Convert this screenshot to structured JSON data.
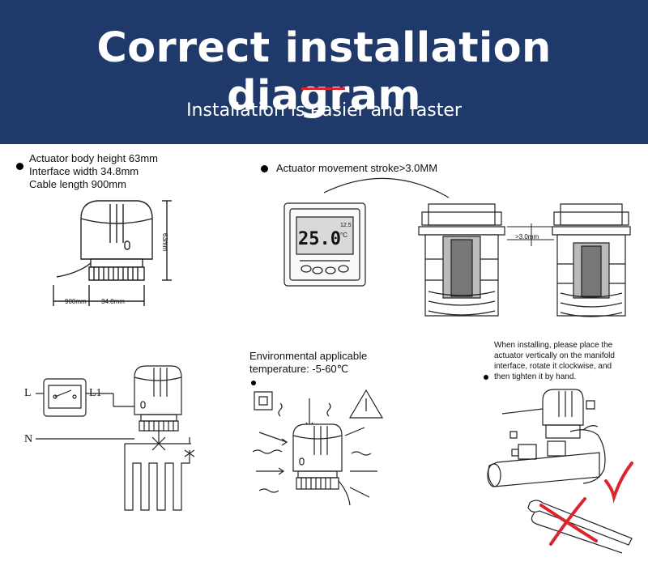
{
  "header": {
    "title": "Correct installation diagram",
    "subtitle": "Installation is easier and faster",
    "accent_color": "#d8262e",
    "background_color": "#1f3a6a"
  },
  "panel_dimensions": {
    "lines": [
      "Actuator body height 63mm",
      "Interface width 34.8mm",
      "Cable length 900mm"
    ],
    "dim_height": "63mm",
    "dim_cable": "900mm",
    "dim_width": "34.8mm"
  },
  "panel_stroke": {
    "label": "Actuator movement stroke>3.0MM",
    "thermostat_reading": "25.0",
    "thermostat_unit": "°C",
    "thermostat_small": "12.5",
    "stroke_callout": ">3.0mm"
  },
  "panel_wiring": {
    "label_l": "L",
    "label_l1": "L1",
    "label_n": "N"
  },
  "panel_environment": {
    "label_line1": "Environmental applicable",
    "label_line2": "temperature: -5-60℃"
  },
  "panel_install": {
    "lines": [
      "When installing, please place the",
      "actuator vertically on the manifold",
      "interface, rotate it clockwise, and",
      "then tighten it by hand."
    ],
    "check_color": "#d8262e",
    "cross_color": "#d8262e"
  }
}
